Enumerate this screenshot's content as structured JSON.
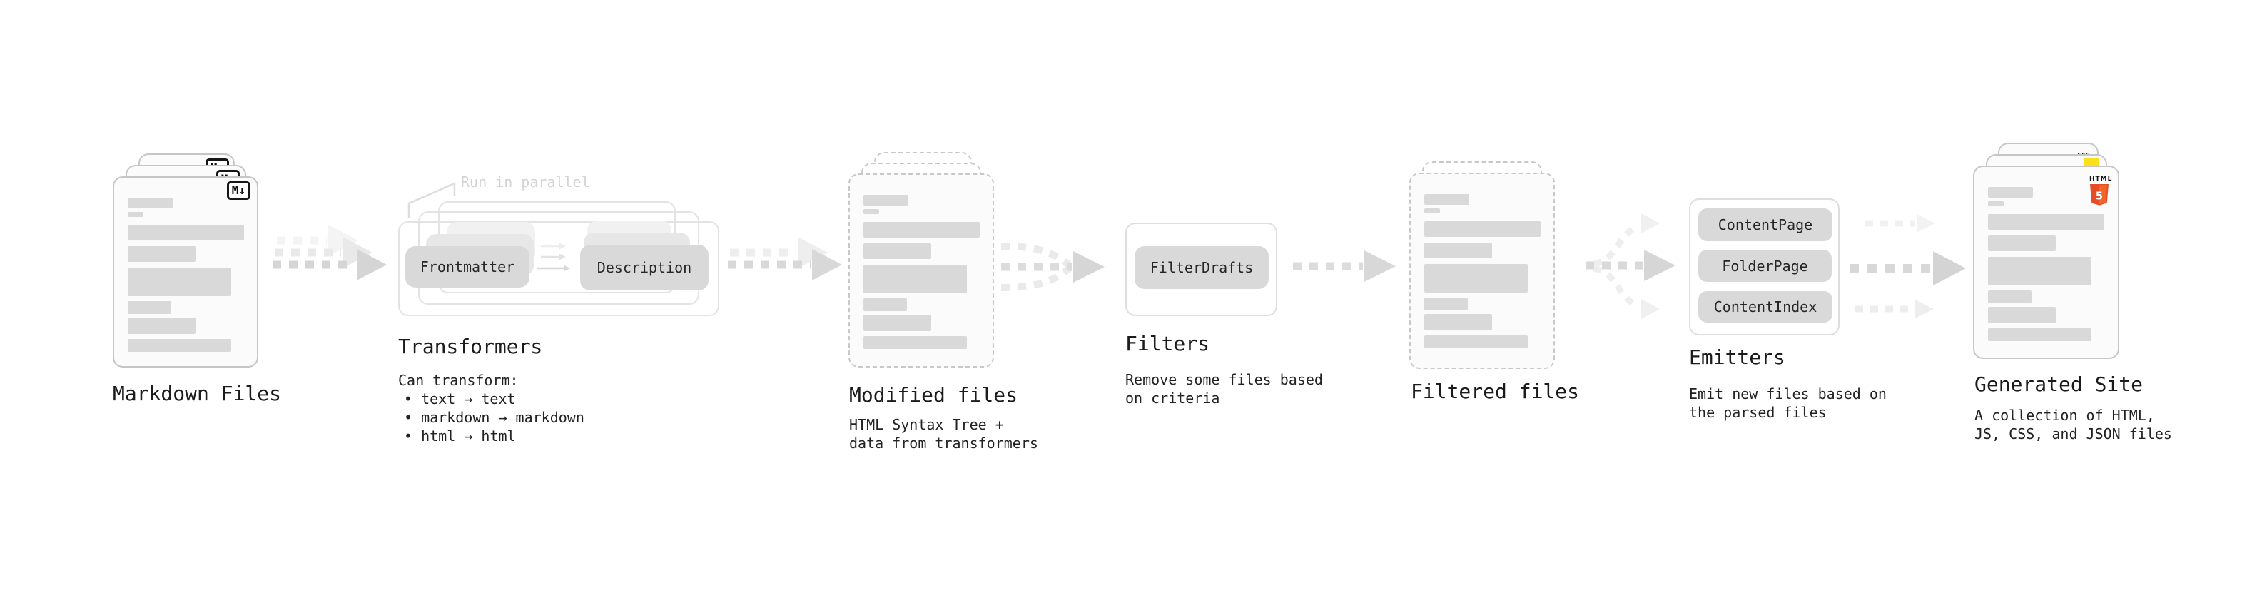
{
  "stages": {
    "markdown_files": {
      "title": "Markdown Files",
      "badge": "M↓"
    },
    "transformers": {
      "title": "Transformers",
      "parallel_note": "Run in parallel",
      "box_input": "Frontmatter",
      "box_output": "Description",
      "heading": "Can transform:",
      "bullets": [
        "• text → text",
        "• markdown → markdown",
        "• html → html"
      ]
    },
    "modified_files": {
      "title": "Modified files",
      "subtitle": [
        "HTML Syntax Tree +",
        "data from transformers"
      ]
    },
    "filters": {
      "title": "Filters",
      "box": "FilterDrafts",
      "subtitle": [
        "Remove some files based",
        "on criteria"
      ]
    },
    "filtered_files": {
      "title": "Filtered files"
    },
    "emitters": {
      "title": "Emitters",
      "boxes": [
        "ContentPage",
        "FolderPage",
        "ContentIndex"
      ],
      "subtitle": [
        "Emit new files based on",
        "the parsed files"
      ]
    },
    "generated_site": {
      "title": "Generated Site",
      "subtitle": [
        "A collection of HTML,",
        "JS, CSS, and JSON files"
      ],
      "badges": {
        "css": "CSS",
        "html_word": "HTML",
        "html_five": "5"
      }
    }
  },
  "colors": {
    "css_blue": "#2965f1",
    "js_yellow": "#ffdf1b",
    "html_orange": "#e44d26"
  }
}
